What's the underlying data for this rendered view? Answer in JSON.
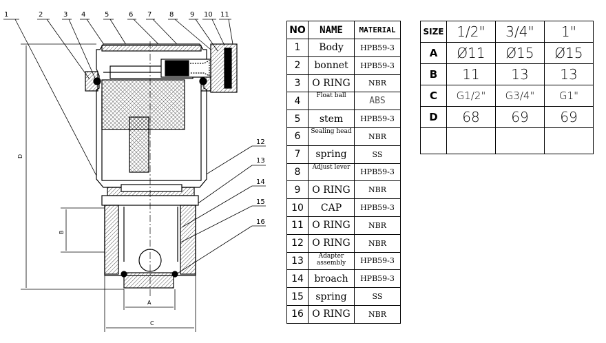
{
  "drawing": {
    "callouts": [
      "1",
      "2",
      "3",
      "4",
      "5",
      "6",
      "7",
      "8",
      "9",
      "10",
      "11",
      "12",
      "13",
      "14",
      "15",
      "16"
    ],
    "dimensions": {
      "a": "A",
      "b": "B",
      "c": "C",
      "d": "D"
    }
  },
  "parts_table": {
    "headers": {
      "no": "NO",
      "name": "NAME",
      "material": "MATERIAL"
    },
    "rows": [
      {
        "no": "1",
        "name": "Body",
        "material": "HPB59-3"
      },
      {
        "no": "2",
        "name": "bonnet",
        "material": "HPB59-3"
      },
      {
        "no": "3",
        "name": "O RING",
        "material": "NBR"
      },
      {
        "no": "4",
        "name": "Float ball",
        "material": "ABS"
      },
      {
        "no": "5",
        "name": "stem",
        "material": "HPB59-3"
      },
      {
        "no": "6",
        "name": "Sealing head",
        "material": "NBR"
      },
      {
        "no": "7",
        "name": "spring",
        "material": "SS"
      },
      {
        "no": "8",
        "name": "Adjust lever",
        "material": "HPB59-3"
      },
      {
        "no": "9",
        "name": "O RING",
        "material": "NBR"
      },
      {
        "no": "10",
        "name": "CAP",
        "material": "HPB59-3"
      },
      {
        "no": "11",
        "name": "O RING",
        "material": "NBR"
      },
      {
        "no": "12",
        "name": "O RING",
        "material": "NBR"
      },
      {
        "no": "13",
        "name": "Adapter assembly",
        "material": "HPB59-3"
      },
      {
        "no": "14",
        "name": "broach",
        "material": "HPB59-3"
      },
      {
        "no": "15",
        "name": "spring",
        "material": "SS"
      },
      {
        "no": "16",
        "name": "O RING",
        "material": "NBR"
      }
    ]
  },
  "size_table": {
    "header": {
      "key": "SIZE",
      "s1": "1/2\"",
      "s2": "3/4\"",
      "s3": "1\""
    },
    "rows": [
      {
        "key": "A",
        "s1": "Ø11",
        "s2": "Ø15",
        "s3": "Ø15"
      },
      {
        "key": "B",
        "s1": "11",
        "s2": "13",
        "s3": "13"
      },
      {
        "key": "C",
        "s1": "G1/2\"",
        "s2": "G3/4\"",
        "s3": "G1\""
      },
      {
        "key": "D",
        "s1": "68",
        "s2": "69",
        "s3": "69"
      },
      {
        "key": "",
        "s1": "",
        "s2": "",
        "s3": ""
      }
    ]
  }
}
